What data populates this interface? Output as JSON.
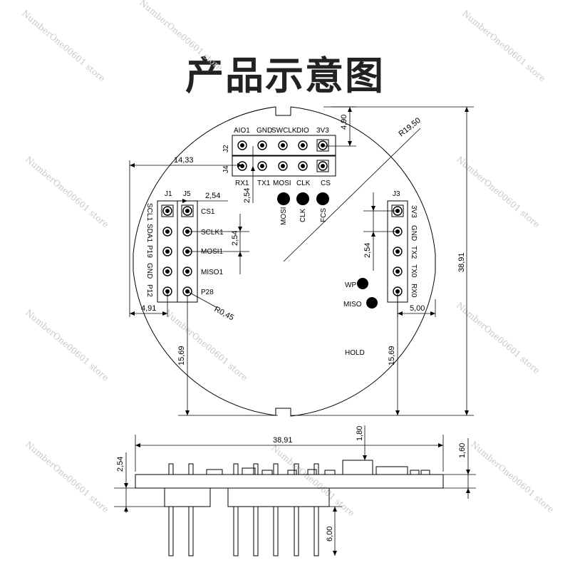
{
  "title": "产品示意图",
  "watermark": "NumberOne00601 store",
  "top_view": {
    "j2_label": "J2",
    "j4_label": "J4",
    "j1_label": "J1",
    "j5_label": "J5",
    "j3_label": "J3",
    "j2_pins": [
      "AIO1",
      "GND",
      "SWCLK",
      "DIO",
      "3V3"
    ],
    "j4_pins": [
      "RX1",
      "TX1",
      "MOSI",
      "CLK",
      "CS"
    ],
    "j1_pins": [
      "SCL1",
      "SDA1",
      "P19",
      "GND",
      "P12"
    ],
    "j5_pins": [
      "CS1",
      "SCLK1",
      "MOSI1",
      "MISO1",
      "P28"
    ],
    "j3_pins": [
      "3V3",
      "GND",
      "TX2",
      "TX0",
      "RX0"
    ],
    "pad_labels": [
      "MOSI",
      "CLK",
      "FCS"
    ],
    "wp_label": "WP",
    "miso_label": "MISO",
    "hold_label": "HOLD",
    "dimensions": {
      "radius": "R19,50",
      "width_1433": "14,33",
      "d_490": "4,90",
      "pitch_j4": "2,54",
      "pitch_j1": "2,54",
      "pitch_left": "2,54",
      "pitch_right": "2,54",
      "r045": "R0,45",
      "d_491": "4,91",
      "d_500": "5,00",
      "height_3891": "38,91",
      "d_1569_left": "15,69",
      "d_1569_right": "15,69"
    }
  },
  "side_view": {
    "width": "38,91",
    "d_180": "1,80",
    "d_160": "1,60",
    "d_254": "2,54",
    "d_600": "6,00"
  }
}
